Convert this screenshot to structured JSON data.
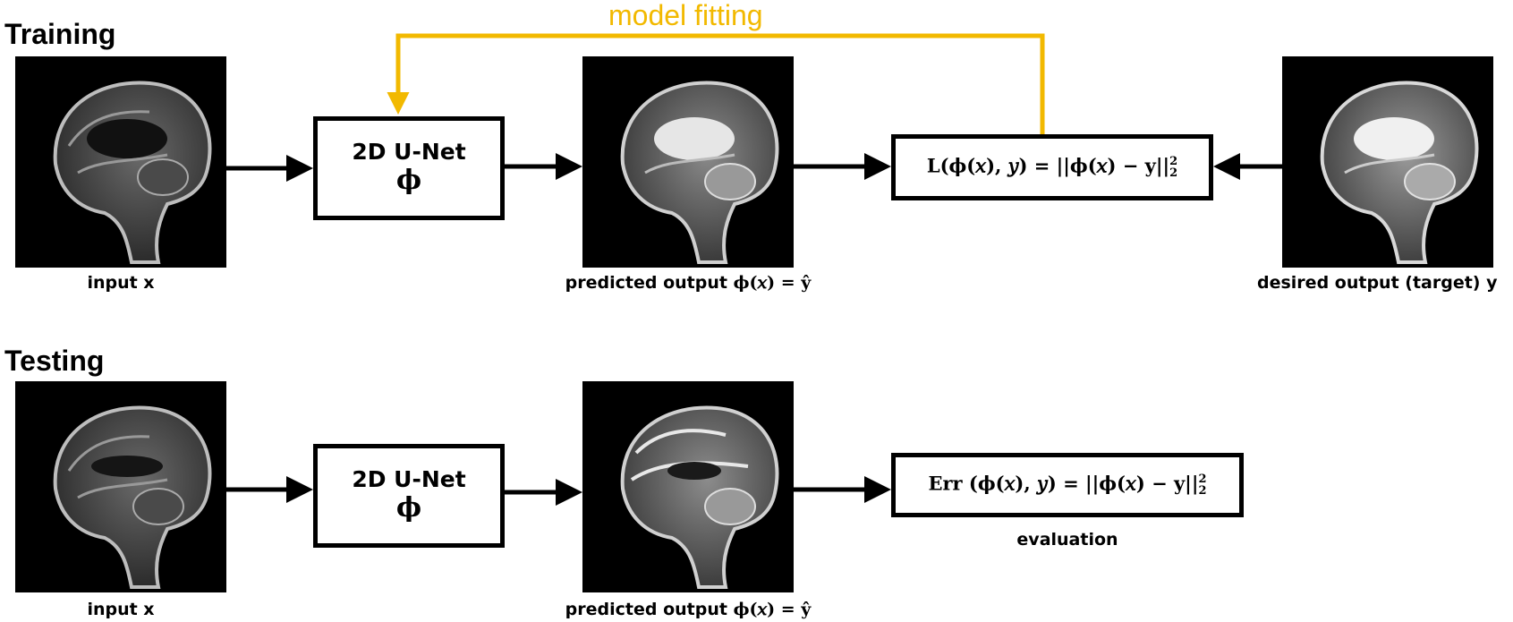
{
  "colors": {
    "arrow": "#000000",
    "model_fitting": "#f2b900",
    "image_bg": "#000000"
  },
  "training": {
    "title": "Training",
    "model_fitting_label": "model fitting",
    "input_caption": "input x",
    "network": {
      "name": "2D U-Net",
      "symbol": "ϕ"
    },
    "output_caption": {
      "text": "predicted output ",
      "math": "ϕ(𝑥) = ŷ"
    },
    "loss": {
      "name": "L",
      "lhs": "(ϕ(𝑥), 𝑦) = ||ϕ(𝑥) − y||",
      "sub": "2",
      "sup": "2"
    },
    "target_caption": "desired output (target) y"
  },
  "testing": {
    "title": "Testing",
    "input_caption": "input x",
    "network": {
      "name": "2D U-Net",
      "symbol": "ϕ"
    },
    "output_caption": {
      "text": "predicted output ",
      "math": "ϕ(𝑥) = ŷ"
    },
    "error": {
      "name": "Err",
      "lhs": " (ϕ(𝑥), 𝑦) = ||ϕ(𝑥) − y||",
      "sub": "2",
      "sup": "2"
    },
    "evaluation_label": "evaluation"
  }
}
